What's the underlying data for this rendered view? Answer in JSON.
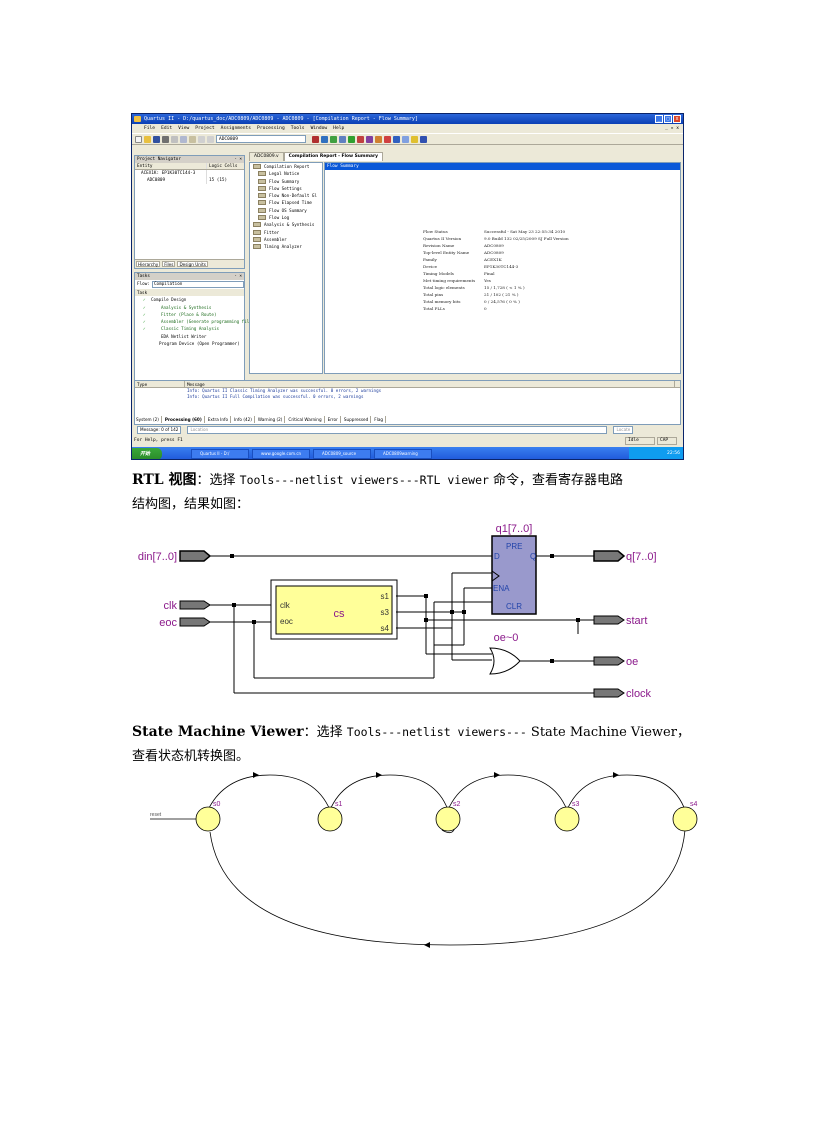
{
  "screenshot": {
    "window_title": "Quartus II - D:/quartus_doc/ADC0809/ADC0809 - ADC0809 - [Compilation Report - Flow Summary]",
    "menu": [
      "File",
      "Edit",
      "View",
      "Project",
      "Assignments",
      "Processing",
      "Tools",
      "Window",
      "Help"
    ],
    "entity_combo": "ADC0809",
    "project_navigator": {
      "title": "Project Navigator",
      "col_entity": "Entity",
      "col_cells": "Logic Cells",
      "device": "ACEX1K: EP1K30TC144-3",
      "entity": "ADC0809",
      "cells": "15 (15)",
      "tabs": [
        "Hierarchy",
        "Files",
        "Design Units"
      ]
    },
    "tasks": {
      "title": "Tasks",
      "flow_label": "Flow:",
      "flow_value": "Compilation",
      "header": "Task",
      "items": [
        "Compile Design",
        "Analysis & Synthesis",
        "Fitter (Place & Route)",
        "Assembler (Generate programming files)",
        "Classic Timing Analysis",
        "EDA Netlist Writer",
        "Program Device (Open Programmer)"
      ]
    },
    "doc_tabs": [
      "ADC0809.v",
      "Compilation Report - Flow Summary"
    ],
    "report_tree": [
      "Compilation Report",
      "Legal Notice",
      "Flow Summary",
      "Flow Settings",
      "Flow Non-Default Gl",
      "Flow Elapsed Time",
      "Flow OS Summary",
      "Flow Log",
      "Analysis & Synthesis",
      "Fitter",
      "Assembler",
      "Timing Analyzer"
    ],
    "report_header": "Flow Summary",
    "summary": [
      {
        "k": "Flow Status",
        "v": "Successful - Sat May 23 22:55:34 2010"
      },
      {
        "k": "Quartus II Version",
        "v": "9.0 Build 132 02/25/2009 SJ Full Version"
      },
      {
        "k": "Revision Name",
        "v": "ADC0809"
      },
      {
        "k": "Top-level Entity Name",
        "v": "ADC0809"
      },
      {
        "k": "Family",
        "v": "ACEX1K"
      },
      {
        "k": "Device",
        "v": "EP1K30TC144-3"
      },
      {
        "k": "Timing Models",
        "v": "Final"
      },
      {
        "k": "Met timing requirements",
        "v": "Yes"
      },
      {
        "k": "Total logic elements",
        "v": "15 / 1,728 ( < 1 % )"
      },
      {
        "k": "Total pins",
        "v": "21 / 102 ( 21 % )"
      },
      {
        "k": "Total memory bits",
        "v": "0 / 24,576 ( 0 % )"
      },
      {
        "k": "Total PLLs",
        "v": "0"
      }
    ],
    "messages": {
      "col_type": "Type",
      "col_message": "Message",
      "lines": [
        "Info: Quartus II Classic Timing Analyzer was successful. 0 errors, 2 warnings",
        "Info: Quartus II Full Compilation was successful. 0 errors, 2 warnings"
      ],
      "tabs": [
        "System (2)",
        "Processing (60)",
        "Extra Info",
        "Info (42)",
        "Warning (2)",
        "Critical Warning",
        "Error",
        "Suppressed",
        "Flag"
      ],
      "count": "Message: 0 of 142",
      "location_placeholder": "Location",
      "locate_btn": "Locate"
    },
    "status_text": "For Help, press F1",
    "status_idle": "Idle",
    "status_cap": "CAP",
    "taskbar": {
      "start": "开始",
      "items": [
        "Quartus II - D:/",
        "www.google.com.cn",
        "ADC0809_source",
        "ADC0809warning"
      ],
      "clock": "22:56"
    }
  },
  "text": {
    "rtl_title": "RTL 视图",
    "rtl_p1a": "：选择 ",
    "rtl_cmd": "Tools---netlist viewers---RTL viewer",
    "rtl_p1b": " 命令，查看寄存器电路",
    "rtl_p2": "结构图，结果如图：",
    "sm_title": "State Machine Viewer",
    "sm_p1a": "：选择 ",
    "sm_cmd": "Tools---netlist viewers---",
    "sm_p1b": " State Machine Viewer，",
    "sm_p2": "查看状态机转换图。"
  },
  "rtl": {
    "inputs": [
      "din[7..0]",
      "clk",
      "eoc"
    ],
    "outputs": [
      "q[7..0]",
      "start",
      "oe",
      "clock"
    ],
    "reg_name": "q1[7..0]",
    "reg_pins": [
      "PRE",
      "D",
      "Q",
      "ENA",
      "CLR"
    ],
    "block_name": "cs",
    "block_inputs": [
      "clk",
      "eoc"
    ],
    "block_outputs": [
      "s1",
      "s3",
      "s4"
    ],
    "gate_name": "oe~0"
  },
  "fsm": {
    "states": [
      "s0",
      "s1",
      "s2",
      "s3",
      "s4"
    ],
    "reset_label": "reset",
    "state_color": "#ffff99"
  }
}
